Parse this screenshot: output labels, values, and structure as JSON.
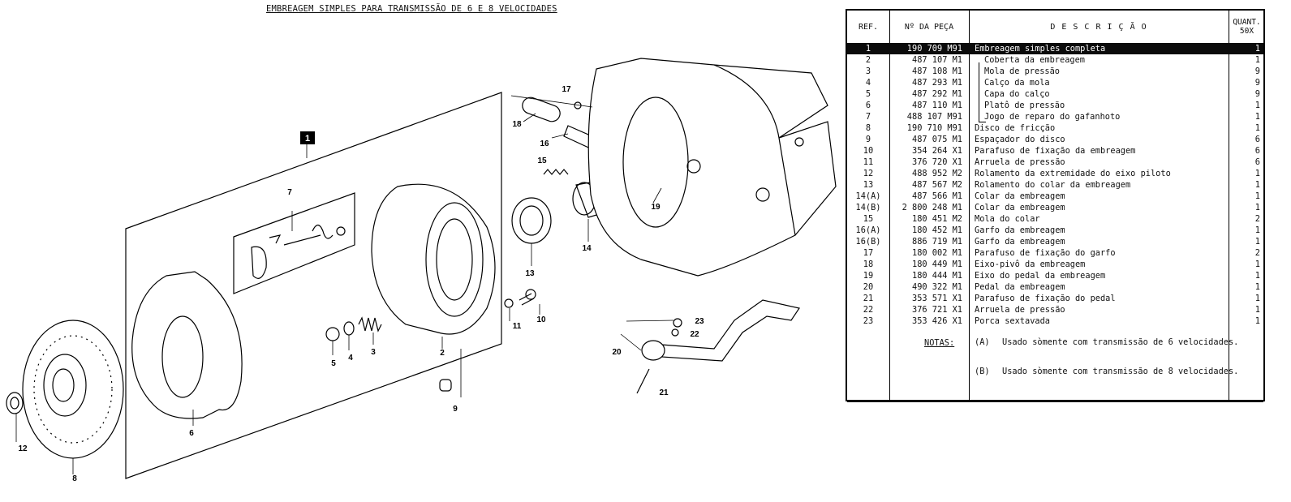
{
  "page": {
    "title": "EMBREAGEM SIMPLES PARA TRANSMISSÃO DE 6 E 8 VELOCIDADES"
  },
  "diagram": {
    "callouts": {
      "c1": "1",
      "c2": "2",
      "c3": "3",
      "c4": "4",
      "c5": "5",
      "c6": "6",
      "c7": "7",
      "c8": "8",
      "c9": "9",
      "c10": "10",
      "c11": "11",
      "c12": "12",
      "c13": "13",
      "c14": "14",
      "c15": "15",
      "c16": "16",
      "c17": "17",
      "c18": "18",
      "c19": "19",
      "c20": "20",
      "c21": "21",
      "c22": "22",
      "c23": "23"
    }
  },
  "table": {
    "headers": {
      "ref": "REF.",
      "part": "Nº DA PEÇA",
      "desc": "D E S C R I Ç Ã O",
      "qty": "QUANT. 50X"
    },
    "rows": [
      {
        "ref": "1",
        "part": "190 709 M91",
        "desc": "Embreagem simples completa",
        "qty": "1"
      },
      {
        "ref": "2",
        "part": "487 107 M1",
        "desc": "Coberta da embreagem",
        "qty": "1"
      },
      {
        "ref": "3",
        "part": "487 108 M1",
        "desc": "Mola de pressão",
        "qty": "9"
      },
      {
        "ref": "4",
        "part": "487 293 M1",
        "desc": "Calço da mola",
        "qty": "9"
      },
      {
        "ref": "5",
        "part": "487 292 M1",
        "desc": "Capa do calço",
        "qty": "9"
      },
      {
        "ref": "6",
        "part": "487 110 M1",
        "desc": "Platô de pressão",
        "qty": "1"
      },
      {
        "ref": "7",
        "part": "488 107 M91",
        "desc": "Jogo de reparo do gafanhoto",
        "qty": "1"
      },
      {
        "ref": "8",
        "part": "190 710 M91",
        "desc": "Disco de fricção",
        "qty": "1"
      },
      {
        "ref": "9",
        "part": "487 075 M1",
        "desc": "Espaçador do disco",
        "qty": "6"
      },
      {
        "ref": "10",
        "part": "354 264 X1",
        "desc": "Parafuso de fixação da embreagem",
        "qty": "6"
      },
      {
        "ref": "11",
        "part": "376 720 X1",
        "desc": "Arruela de pressão",
        "qty": "6"
      },
      {
        "ref": "12",
        "part": "488 952 M2",
        "desc": "Rolamento da extremidade do eixo piloto",
        "qty": "1"
      },
      {
        "ref": "13",
        "part": "487 567 M2",
        "desc": "Rolamento do colar da embreagem",
        "qty": "1"
      },
      {
        "ref": "14(A)",
        "part": "487 566 M1",
        "desc": "Colar da embreagem",
        "qty": "1"
      },
      {
        "ref": "14(B)",
        "part": "2 800 248 M1",
        "desc": "Colar da embreagem",
        "qty": "1"
      },
      {
        "ref": "15",
        "part": "180 451 M2",
        "desc": "Mola do colar",
        "qty": "2"
      },
      {
        "ref": "16(A)",
        "part": "180 452 M1",
        "desc": "Garfo da embreagem",
        "qty": "1"
      },
      {
        "ref": "16(B)",
        "part": "886 719 M1",
        "desc": "Garfo da embreagem",
        "qty": "1"
      },
      {
        "ref": "17",
        "part": "180 002 M1",
        "desc": "Parafuso de fixação do garfo",
        "qty": "2"
      },
      {
        "ref": "18",
        "part": "180 449 M1",
        "desc": "Eixo-pivô da embreagem",
        "qty": "1"
      },
      {
        "ref": "19",
        "part": "180 444 M1",
        "desc": "Eixo do pedal da embreagem",
        "qty": "1"
      },
      {
        "ref": "20",
        "part": "490 322 M1",
        "desc": "Pedal da embreagem",
        "qty": "1"
      },
      {
        "ref": "21",
        "part": "353 571 X1",
        "desc": "Parafuso de fixação do pedal",
        "qty": "1"
      },
      {
        "ref": "22",
        "part": "376 721 X1",
        "desc": "Arruela de pressão",
        "qty": "1"
      },
      {
        "ref": "23",
        "part": "353 426 X1",
        "desc": "Porca sextavada",
        "qty": "1"
      }
    ],
    "notes_label": "NOTAS:",
    "notes": [
      {
        "code": "(A)",
        "text": "Usado sòmente com transmissão de 6 velocidades."
      },
      {
        "code": "(B)",
        "text": "Usado sòmente com transmissão de 8 velocidades."
      }
    ]
  }
}
